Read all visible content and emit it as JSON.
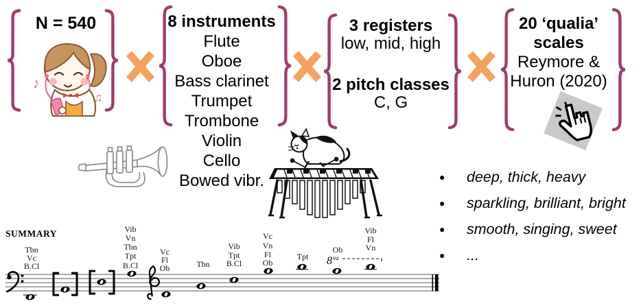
{
  "design": {
    "brace_color": "#A23A6B",
    "multiply_color": "#F2A45F",
    "multiply_sign": "×"
  },
  "factors": [
    {
      "label": "N = 540",
      "illustration": "girl-listening-to-music"
    },
    {
      "heading": "8 instruments",
      "items": [
        "Flute",
        "Oboe",
        "Bass clarinet",
        "Trumpet",
        "Trombone",
        "Violin",
        "Cello",
        "Bowed vibr."
      ]
    },
    {
      "blocks": [
        {
          "heading": "3 registers",
          "detail": "low, mid, high"
        },
        {
          "heading": "2 pitch classes",
          "detail": "C, G"
        }
      ]
    },
    {
      "heading_lines": [
        "20 ‘qualia’",
        "scales"
      ],
      "citation_lines": [
        "Reymore &",
        "Huron (2020)"
      ],
      "illustration": "click-cursor"
    }
  ],
  "qualia_examples": [
    "deep, thick, heavy",
    "sparkling, brilliant, bright",
    "smooth, singing, sweet",
    "..."
  ],
  "summary_staff": {
    "title": "SUMMARY",
    "ottava": {
      "number": "8",
      "suffix": "va"
    },
    "note_labels": [
      [
        "Tbn",
        "Vc",
        "B.Cl"
      ],
      [
        "Vib",
        "Vn",
        "Tbn",
        "Tpt",
        "B.Cl"
      ],
      [
        "Vc",
        "Fl",
        "Ob"
      ],
      [
        "Tbn"
      ],
      [
        "Vib",
        "Tpt",
        "B.Cl"
      ],
      [
        "Vc",
        "Vn",
        "Fl",
        "Ob"
      ],
      [
        "Tpt"
      ],
      [
        "Ob"
      ],
      [
        "Vib",
        "Fl",
        "Vn"
      ]
    ]
  }
}
